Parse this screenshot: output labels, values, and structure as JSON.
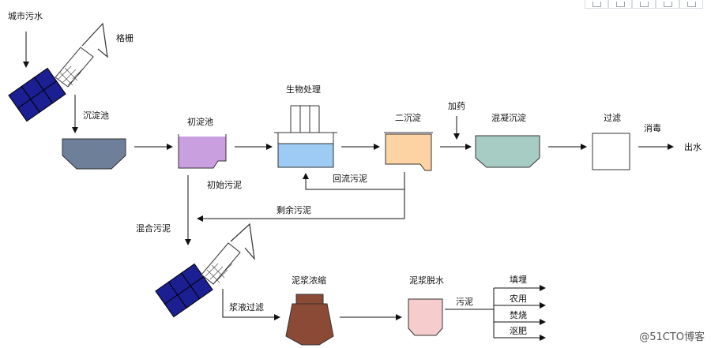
{
  "labels": {
    "source": "城市污水",
    "screen": "格栅",
    "grit_tank": "沉淀池",
    "primary_tank": "初淀池",
    "bio_treatment": "生物处理",
    "secondary_tank": "二沉淀",
    "dosing": "加药",
    "coag_tank": "混凝沉淀",
    "filtration": "过滤",
    "disinfection": "消毒",
    "effluent": "出水",
    "primary_sludge": "初始污泥",
    "return_sludge": "回流污泥",
    "excess_sludge": "剩余污泥",
    "mixed_sludge": "混合污泥",
    "thickening": "泥浆浓缩",
    "dewatering": "泥浆脱水",
    "filtrate": "浆液过滤",
    "sludge": "污泥",
    "landfill": "填埋",
    "agriculture": "农用",
    "incineration": "焚烧",
    "compost": "沤肥"
  },
  "watermark": "@51CTO博客",
  "colors": {
    "grit_tank": "#6e7f99",
    "primary_tank": "#c99fe0",
    "bio_tank": "#9ecbf4",
    "secondary_tank": "#fdd3a4",
    "coag_tank": "#a7ccc4",
    "thickener": "#8b4a35",
    "dewater": "#f6cccc",
    "screen_blocks": "#1b1f91"
  }
}
